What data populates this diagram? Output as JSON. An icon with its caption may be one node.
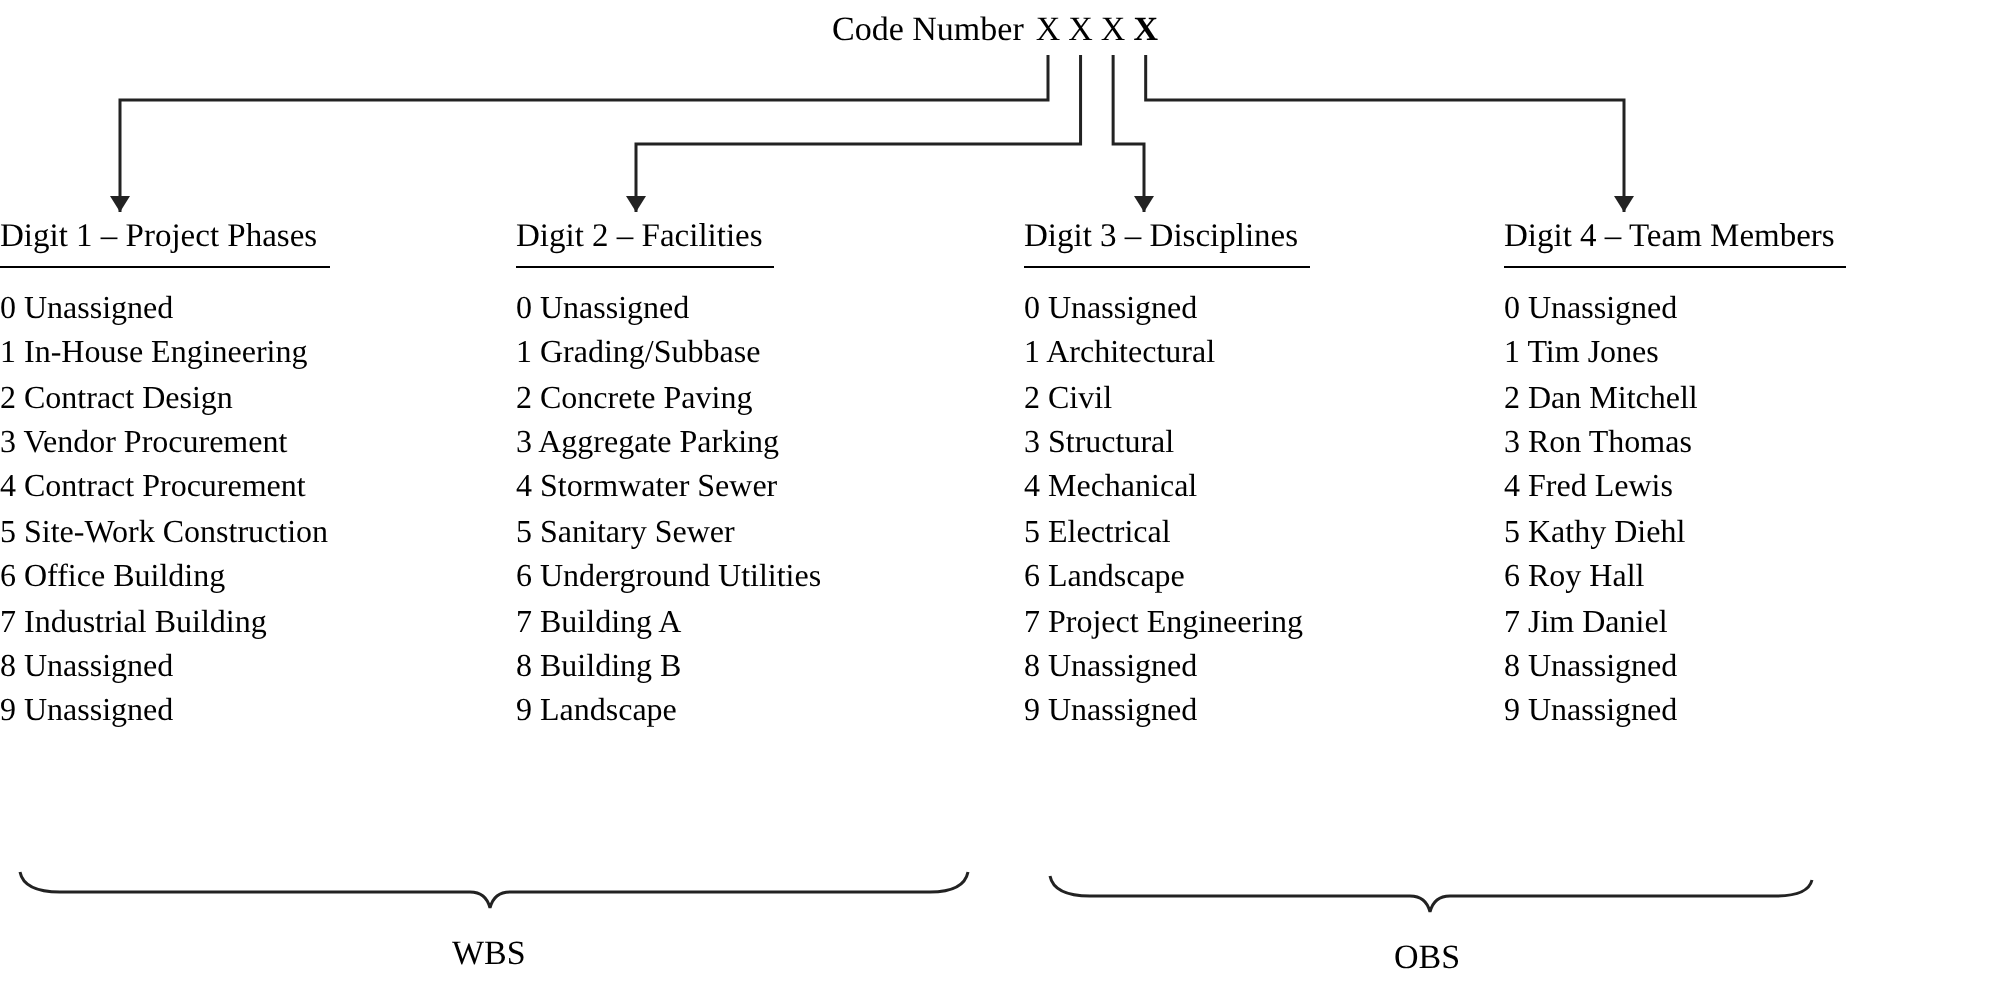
{
  "diagram": {
    "nodes": [
      {
        "text": [
          "X"
        ]
      },
      {
        "text": [
          "X"
        ]
      },
      {
        "text": [
          "X"
        ]
      },
      {
        "text": [
          "X"
        ]
      },
      {
        "text": [
          "Digit 1 – Project Phases",
          "0 Unassigned",
          "1 In-House Engineering",
          "2 Contract Design",
          "3 Vendor Procurement",
          "4 Contract Procurement",
          "5 Site-Work Construction",
          "6 Office Building",
          "7 Industrial Building",
          "8 Unassigned",
          "9 Unassigned"
        ]
      },
      {
        "text": [
          "Digit 2 – Facilities",
          "0 Unassigned",
          "1 Grading/Subbase",
          "2 Concrete Paving",
          "3 Aggregate Parking",
          "4 Stormwater Sewer",
          "5 Sanitary Sewer",
          "6 Underground Utilities",
          "7 Building A",
          "8 Building B",
          "9 Landscape"
        ]
      },
      {
        "text": [
          "Digit 3 – Disciplines",
          "0 Unassigned",
          "1 Architectural",
          "2 Civil",
          "3 Structural",
          "4 Mechanical",
          "5 Electrical",
          "6 Landscape",
          "7 Project Engineering",
          "8 Unassigned",
          "9 Unassigned"
        ]
      },
      {
        "text": [
          "Digit 4 – Team Members",
          "0 Unassigned",
          "1 Tim Jones",
          "2 Dan Mitchell",
          "3 Ron Thomas",
          "4 Fred Lewis",
          "5 Kathy Diehl",
          "6 Roy Hall",
          "7 Jim Daniel",
          "8 Unassigned",
          "9 Unassigned"
        ]
      }
    ],
    "edges": [
      {
        "from": 0,
        "to": 4,
        "arrow": "to"
      },
      {
        "from": 1,
        "to": 5,
        "arrow": "to"
      },
      {
        "from": 2,
        "to": 6,
        "arrow": "to"
      },
      {
        "from": 3,
        "to": 7,
        "arrow": "to"
      }
    ],
    "labels": [
      "Code Number",
      "WBS",
      "OBS"
    ]
  }
}
